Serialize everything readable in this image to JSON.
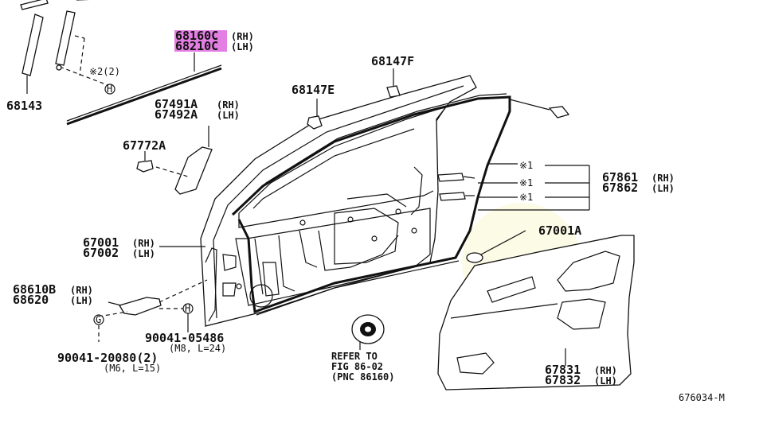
{
  "labels": {
    "p68160c": "68160C",
    "p68160c_side": "(RH)",
    "p68210c": "68210C",
    "p68210c_side": "(LH)",
    "p68147f": "68147F",
    "p68147e": "68147E",
    "p68143": "68143",
    "note2": "※2(2)",
    "bolt_h1": "H",
    "p67491a": "67491A",
    "p67491a_side": "(RH)",
    "p67492a": "67492A",
    "p67492a_side": "(LH)",
    "p67772a": "67772A",
    "p67861": "67861",
    "p67861_side": "(RH)",
    "p67862": "67862",
    "p67862_side": "(LH)",
    "note1a": "※1",
    "note1b": "※1",
    "note1c": "※1",
    "p67001a": "67001A",
    "p67001": "67001",
    "p67001_side": "(RH)",
    "p67002": "67002",
    "p67002_side": "(LH)",
    "p68610b": "68610B",
    "p68610b_side": "(RH)",
    "p68620": "68620",
    "p68620_side": "(LH)",
    "bolt_h2": "H",
    "p90041_05486": "90041-05486",
    "p90041_05486_spec": "(M8, L=24)",
    "bolt_g": "G",
    "p90041_20080": "90041-20080(2)",
    "p90041_20080_spec": "(M6, L=15)",
    "refer1": "REFER TO",
    "refer2": "FIG 86-02",
    "refer3": "(PNC 86160)",
    "p67831": "67831",
    "p67831_side": "(RH)",
    "p67832": "67832",
    "p67832_side": "(LH)",
    "figure_id": "676034-M"
  },
  "colors": {
    "line": "#111111",
    "highlight": "#e37fe3",
    "watermark": "#f7f7dc"
  }
}
